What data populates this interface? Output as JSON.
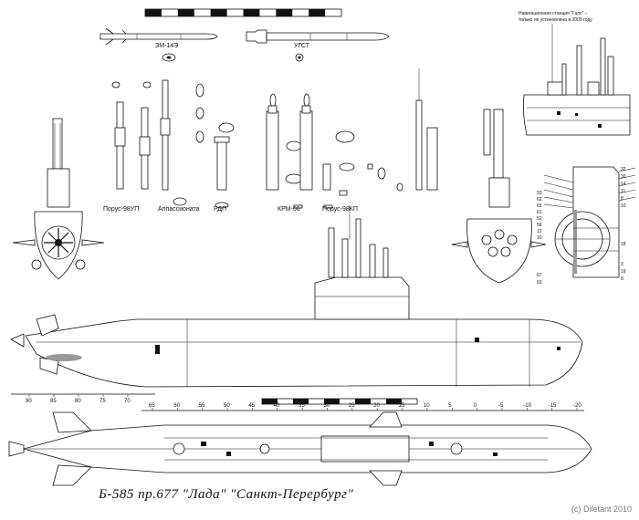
{
  "title": "Б-585  пр.677  \"Лада\"  \"Санкт-Перербург\"",
  "copyright": "(c) Diletant 2010",
  "note": [
    "Навигационная станция \"Галс\" –",
    "только не установлена в 2005 году"
  ],
  "weapons": {
    "missile": "ЗМ-14Э",
    "torpedo": "УГСТ"
  },
  "masts": [
    "Порус-98УП",
    "Аппассионата",
    "РДП",
    "КРМ-66",
    "Порус-98КП"
  ],
  "section_labels": [
    "53",
    "62",
    "65",
    "61",
    "52",
    "58",
    "12",
    "10"
  ],
  "section_labels_right": [
    "32",
    "30",
    "14",
    "11",
    "8",
    "10"
  ],
  "section_labels_bottom_right": [
    "18",
    "3",
    "19",
    "8"
  ],
  "section_labels_bottom_left": [
    "67",
    "63"
  ],
  "scale_upper": [
    "90",
    "85",
    "80",
    "75",
    "70"
  ],
  "scale_lower": [
    "65",
    "60",
    "55",
    "50",
    "45",
    "40",
    "35",
    "30",
    "25",
    "20",
    "15",
    "10",
    "5",
    "0",
    "-5",
    "-10",
    "-15",
    "-20"
  ]
}
